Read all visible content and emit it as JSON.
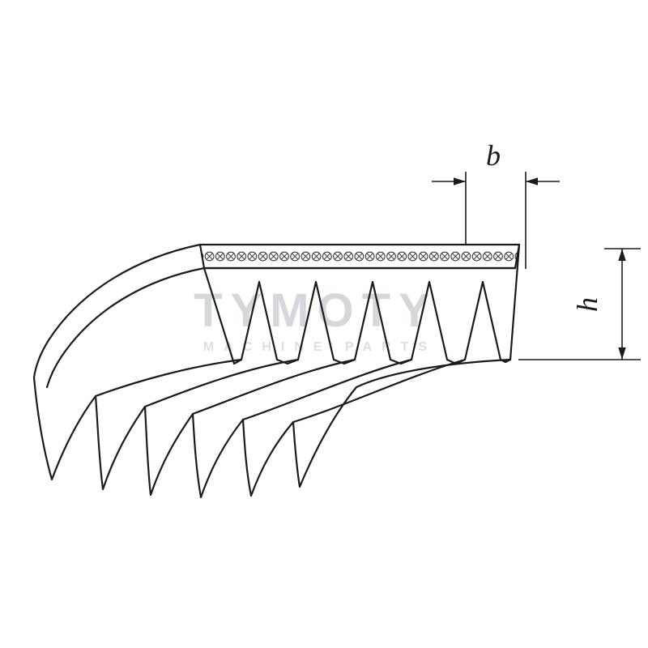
{
  "diagram": {
    "dimension_b_label": "b",
    "dimension_h_label": "h"
  },
  "watermark": {
    "title": "TYMOTY",
    "subtitle": "MACHINE PARTS"
  },
  "colors": {
    "line": "#1b1b1b",
    "watermark_title": "#cdd1d6",
    "watermark_subtitle": "#d5d9dd",
    "background": "#ffffff"
  }
}
